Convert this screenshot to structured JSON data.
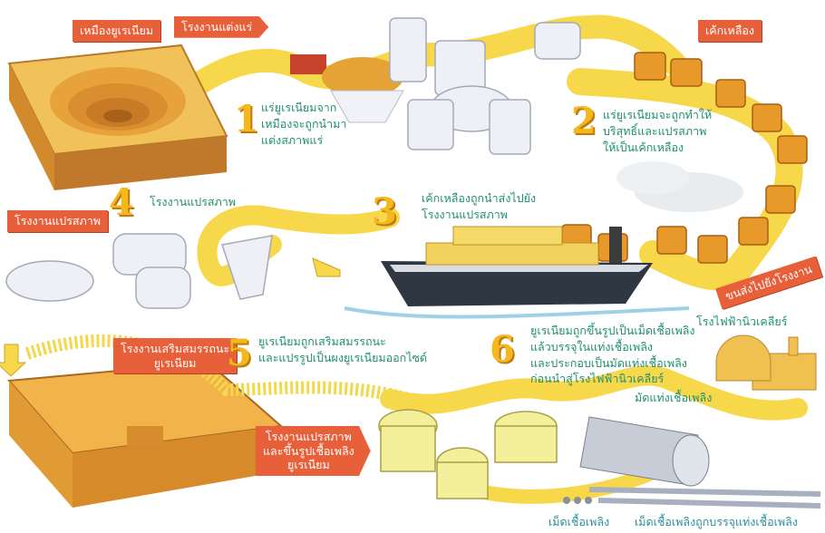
{
  "signs": {
    "uranium_mine": "เหมืองยูเรเนียม",
    "ore_mill": "โรงงานแต่งแร่",
    "yellowcake": "เค้กเหลือง",
    "conversion_plant": "โรงงานแปรสภาพ",
    "ship_to_plant": "ขนส่งไปยังโรงงาน",
    "enrichment_plant": [
      "โรงงานเสริมสมรรถนะ",
      "ยูเรเนียม"
    ],
    "fuel_fab_plant": [
      "โรงงานแปรสภาพ",
      "และขึ้นรูปเชื้อเพลิง",
      "ยูเรเนียม"
    ]
  },
  "steps": [
    {
      "number": "1",
      "lines": [
        "แร่ยูเรเนียมจาก",
        "เหมืองจะถูกนำมา",
        "แต่งสภาพแร่"
      ]
    },
    {
      "number": "2",
      "lines": [
        "แร่ยูเรเนียมจะถูกทำให้",
        "บริสุทธิ์และแปรสภาพ",
        "ให้เป็นเค้กเหลือง"
      ]
    },
    {
      "number": "3",
      "lines": [
        "เค้กเหลืองถูกนำส่งไปยัง",
        "โรงงานแปรสภาพ"
      ]
    },
    {
      "number": "4",
      "lines": [
        "โรงงานแปรสภาพ"
      ]
    },
    {
      "number": "5",
      "lines": [
        "ยูเรเนียมถูกเสริมสมรรถนะ",
        "และแปรรูปเป็นผงยูเรเนียมออกไซด์"
      ]
    },
    {
      "number": "6",
      "lines": [
        "ยูเรเนียมถูกขึ้นรูปเป็นเม็ดเชื้อเพลิง",
        "แล้วบรรจุในแท่งเชื้อเพลิง",
        "และประกอบเป็นมัดแท่งเชื้อเพลิง",
        "ก่อนนำสู่โรงไฟฟ้านิวเคลียร์"
      ]
    }
  ],
  "labels": {
    "nuclear_plant": "โรงไฟฟ้านิวเคลียร์",
    "fuel_bundle": "มัดแท่งเชื้อเพลิง",
    "fuel_pellet": "เม็ดเชื้อเพลิง",
    "pellet_in_rod": "เม็ดเชื้อเพลิงถูกบรรจุแท่งเชื้อเพลิง"
  },
  "colors": {
    "road_yellow": "#f6d84a",
    "sign_orange": "#e8603a",
    "caption_green": "#1f8f73",
    "number_yellow": "#f5b81c",
    "barrel_orange": "#e79a2a",
    "machine_white": "#eef0f6"
  }
}
